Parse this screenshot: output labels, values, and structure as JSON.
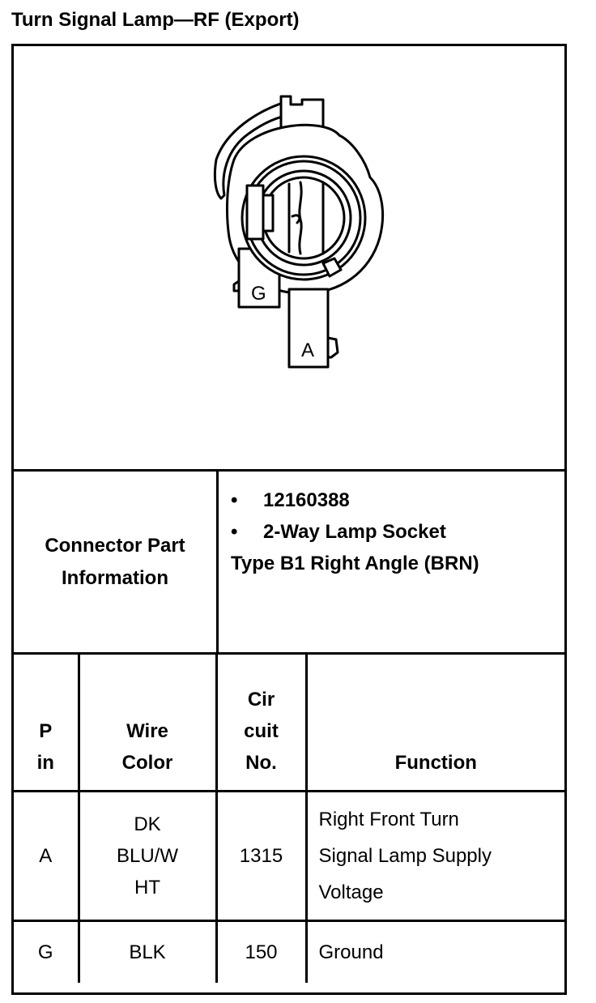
{
  "title": "Turn Signal Lamp—RF (Export)",
  "diagram": {
    "labels": {
      "g": "G",
      "a": "A"
    }
  },
  "connector_info": {
    "label_line1": "Connector Part",
    "label_line2": "Information",
    "bullet_glyph": "•",
    "part_number": "12160388",
    "description_line1": "2-Way Lamp Socket",
    "description_line2": "Type B1 Right Angle (BRN)"
  },
  "table": {
    "headers": {
      "pin": [
        "P",
        "in"
      ],
      "wire_color": [
        "Wire",
        "Color"
      ],
      "circuit": [
        "Cir",
        "cuit",
        "No."
      ],
      "function": [
        "Function"
      ]
    },
    "rows": [
      {
        "pin": "A",
        "wire_color": [
          "DK",
          "BLU/W",
          "HT"
        ],
        "circuit": "1315",
        "function": [
          "Right Front Turn",
          "Signal Lamp Supply",
          "Voltage"
        ]
      },
      {
        "pin": "G",
        "wire_color": [
          "BLK"
        ],
        "circuit": "150",
        "function": [
          "Ground"
        ]
      }
    ]
  }
}
